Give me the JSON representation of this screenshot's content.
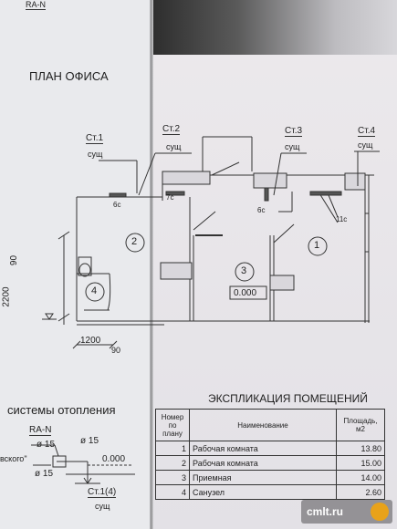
{
  "header": {
    "code": "RA-N"
  },
  "plan": {
    "title": "ПЛАН ОФИСА",
    "risers": [
      {
        "label": "Ст.1",
        "sub": "сущ"
      },
      {
        "label": "Ст.2",
        "sub": "сущ"
      },
      {
        "label": "Ст.3",
        "sub": "сущ"
      },
      {
        "label": "Ст.4",
        "sub": "сущ"
      }
    ],
    "radiators": [
      "6с",
      "7с",
      "6с",
      "11с"
    ],
    "rooms": [
      "1",
      "2",
      "3",
      "4"
    ],
    "elevation": "0.000",
    "dims": [
      "2200",
      "90",
      "1200",
      "90"
    ]
  },
  "heating": {
    "title": "системы отопления",
    "code": "RA-N",
    "pipes": [
      "ø 15",
      "ø 15",
      "ø 15"
    ],
    "level": "0.000",
    "riser": "Ст.1(4)",
    "riser_sub": "сущ",
    "fragment": "вского\""
  },
  "explication": {
    "title": "ЭКСПЛИКАЦИЯ ПОМЕЩЕНИЙ",
    "headers": [
      "Номер по плану",
      "Наименование",
      "Площадь, м2"
    ],
    "rows": [
      {
        "num": "1",
        "name": "Рабочая комната",
        "area": "13.80"
      },
      {
        "num": "2",
        "name": "Рабочая комната",
        "area": "15.00"
      },
      {
        "num": "3",
        "name": "Приемная",
        "area": "14.00"
      },
      {
        "num": "4",
        "name": "Санузел",
        "area": "2.60"
      }
    ]
  },
  "watermark": {
    "text": "cmlt.ru"
  }
}
